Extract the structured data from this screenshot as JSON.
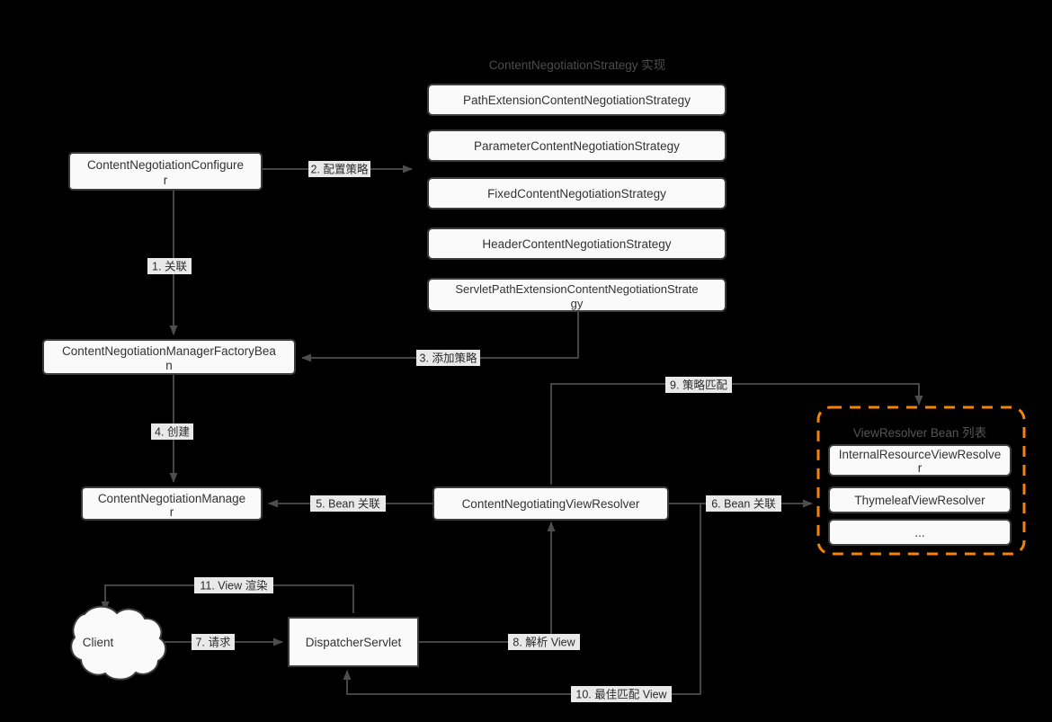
{
  "diagram": {
    "title": "Spring MVC ContentNegotiation Flow",
    "background": "#000000",
    "accent_orange": "#f5820b",
    "node_fill": "#fafafa",
    "node_stroke": "#3b3b3b",
    "edge_color": "#4d4d4d"
  },
  "groups": {
    "strategy_group_title": "ContentNegotiationStrategy 实现",
    "viewresolver_group_title": "ViewResolver Bean 列表"
  },
  "nodes": {
    "configurer": "ContentNegotiationConfigurer",
    "factory_bean": "ContentNegotiationManagerFactoryBean",
    "manager": "ContentNegotiationManager",
    "negotiating_view_resolver": "ContentNegotiatingViewResolver",
    "dispatcher_servlet": "DispatcherServlet",
    "client": "Client"
  },
  "strategies": [
    "PathExtensionContentNegotiationStrategy",
    "ParameterContentNegotiationStrategy",
    "FixedContentNegotiationStrategy",
    "HeaderContentNegotiationStrategy",
    "ServletPathExtensionContentNegotiationStrategy"
  ],
  "view_resolvers": [
    "InternalResourceViewResolver",
    "ThymeleafViewResolver",
    "..."
  ],
  "edges": [
    {
      "id": "e1",
      "label": "1. 关联"
    },
    {
      "id": "e2",
      "label": "2. 配置策略"
    },
    {
      "id": "e3",
      "label": "3. 添加策略"
    },
    {
      "id": "e4",
      "label": "4. 创建"
    },
    {
      "id": "e5",
      "label": "5. Bean 关联"
    },
    {
      "id": "e6",
      "label": "6. Bean 关联"
    },
    {
      "id": "e7",
      "label": "7. 请求"
    },
    {
      "id": "e8",
      "label": "8. 解析 View"
    },
    {
      "id": "e9",
      "label": "9. 策略匹配"
    },
    {
      "id": "e10",
      "label": "10. 最佳匹配 View"
    },
    {
      "id": "e11",
      "label": "11. View 渲染"
    }
  ]
}
